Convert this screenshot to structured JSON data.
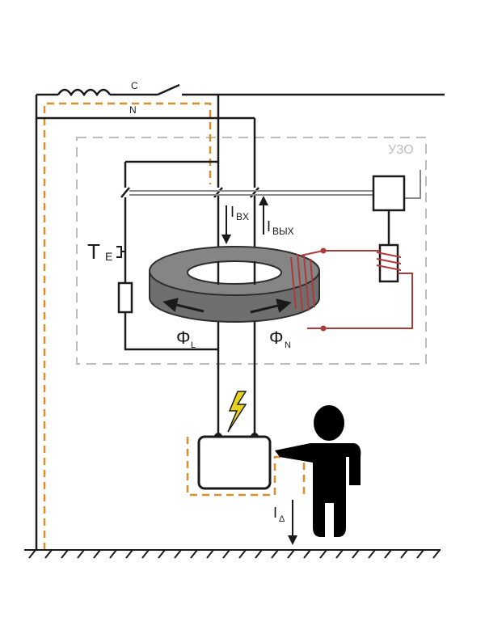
{
  "labels": {
    "phase": "C",
    "neutral": "N",
    "device": "УЗО",
    "test_button": "T",
    "test_button_sub": "E",
    "current_in": "I",
    "current_in_sub": "BX",
    "current_out": "I",
    "current_out_sub": "ВЫХ",
    "flux_l": "Φ",
    "flux_l_sub": "L",
    "flux_n": "Φ",
    "flux_n_sub": "N",
    "leak_current": "I",
    "leak_current_sub": "Δ"
  },
  "colors": {
    "wire": "#1a1a1a",
    "protective_earth": "#d6902d",
    "enclosure_dash": "#bdbdbd",
    "core_fill": "#7f7f7f",
    "core_top": "#6f6f6f",
    "secondary_winding": "#b03a3a",
    "lightning": "#e8d21c"
  }
}
